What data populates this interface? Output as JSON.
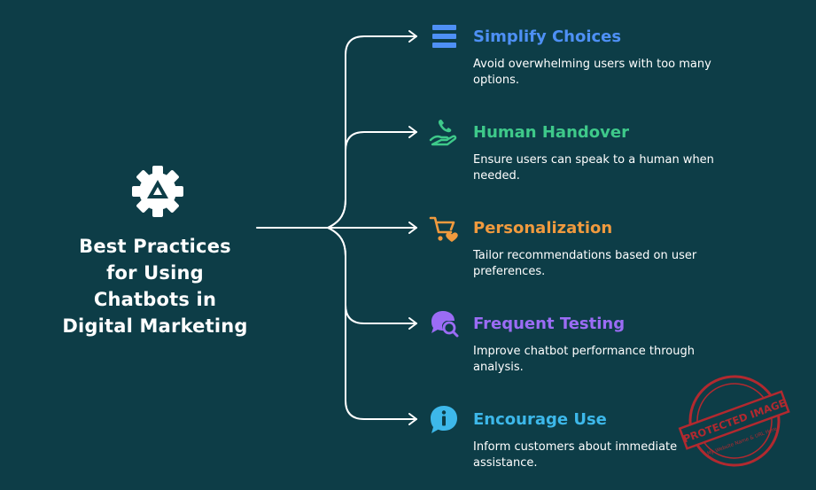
{
  "center": {
    "title": "Best Practices for Using Chatbots in Digital Marketing",
    "icon": "gear-icon"
  },
  "items": [
    {
      "title": "Simplify Choices",
      "desc": "Avoid overwhelming users with too many options.",
      "icon": "list-icon",
      "color": "#4e90f5"
    },
    {
      "title": "Human Handover",
      "desc": "Ensure users can speak to a human when needed.",
      "icon": "hand-phone-icon",
      "color": "#3ec98a"
    },
    {
      "title": "Personalization",
      "desc": "Tailor recommendations based on user preferences.",
      "icon": "cart-heart-icon",
      "color": "#f09a3e"
    },
    {
      "title": "Frequent Testing",
      "desc": "Improve chatbot performance through analysis.",
      "icon": "chat-search-icon",
      "color": "#9b6cf5"
    },
    {
      "title": "Encourage Use",
      "desc": "Inform customers about immediate assistance.",
      "icon": "info-chat-icon",
      "color": "#3db8ea"
    }
  ],
  "watermark": {
    "text": "PROTECTED IMAGE",
    "subtext": "My Website Name & URL Here",
    "color": "#c0282d"
  }
}
